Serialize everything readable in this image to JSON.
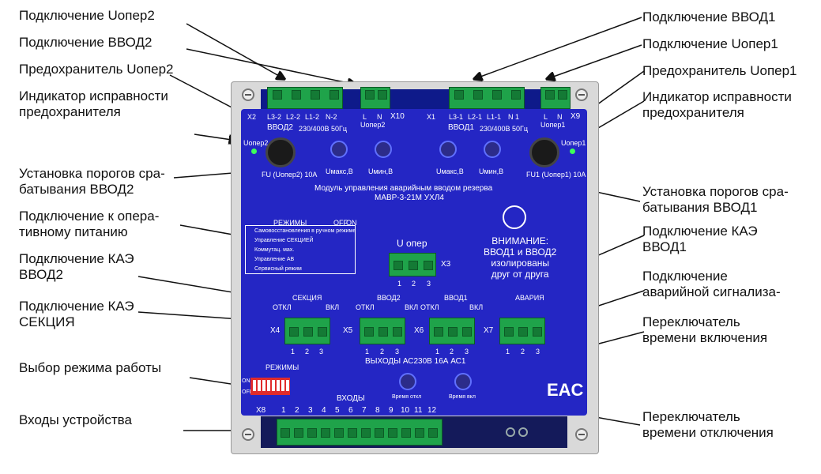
{
  "callouts_left": [
    {
      "id": "uoper2-conn",
      "text": "Подключение Uопер2"
    },
    {
      "id": "vvod2-conn",
      "text": "Подключение ВВОД2"
    },
    {
      "id": "fuse-uoper2",
      "text": "Предохранитель Uопер2"
    },
    {
      "id": "fuse-indicator-left",
      "text": "Индикатор исправности\nпредохранителя"
    },
    {
      "id": "thresholds-vvod2",
      "text": "Установка порогов сра-\nбатывания ВВОД2"
    },
    {
      "id": "oper-power",
      "text": "Подключение к опера-\nтивному питанию"
    },
    {
      "id": "kae-vvod2",
      "text": "Подключение КАЭ\nВВОД2"
    },
    {
      "id": "kae-section",
      "text": "Подключение КАЭ\nСЕКЦИЯ"
    },
    {
      "id": "mode-select",
      "text": "Выбор режима работы"
    },
    {
      "id": "device-inputs",
      "text": "Входы устройства"
    }
  ],
  "callouts_right": [
    {
      "id": "vvod1-conn",
      "text": "Подключение ВВОД1"
    },
    {
      "id": "uoper1-conn",
      "text": "Подключение Uопер1"
    },
    {
      "id": "fuse-uoper1",
      "text": "Предохранитель Uопер1"
    },
    {
      "id": "fuse-indicator-right",
      "text": "Индикатор исправности\nпредохранителя"
    },
    {
      "id": "thresholds-vvod1",
      "text": "Установка порогов сра-\nбатывания ВВОД1"
    },
    {
      "id": "kae-vvod1",
      "text": "Подключение КАЭ\nВВОД1"
    },
    {
      "id": "alarm-conn",
      "text": "Подключение\nаварийной сигнализа-"
    },
    {
      "id": "switch-on-time",
      "text": "Переключатель\nвремени включения"
    },
    {
      "id": "switch-off-time",
      "text": "Переключатель\nвремени отключения"
    }
  ],
  "panel": {
    "x2": "X2",
    "l3_2": "L3-2",
    "l2_2": "L2-2",
    "l1_2": "L1-2",
    "n_2": "N-2",
    "l_a": "L",
    "n_a": "N",
    "uoper2": "Uопер2",
    "x10": "X10",
    "x1": "X1",
    "l3_1": "L3-1",
    "l2_1": "L2-1",
    "l1_1": "L1-1",
    "n_1": "N 1",
    "l_b": "L",
    "n_b": "N",
    "uoper1": "Uопер1",
    "x9": "X9",
    "vvod2": "ВВОД2",
    "vvod2_spec": "230/400В 50Гц",
    "vvod1": "ВВОД1",
    "vvod1_spec": "230/400В 50Гц",
    "led_left": "Uопер2",
    "led_right": "Uопер1",
    "fu_left": "FU (Uопер2) 10А",
    "fu_right": "FU1 (Uопер1) 10А",
    "umax_left": "Uмакс,В",
    "umin_left": "Uмин,В",
    "umax_right": "Uмакс,В",
    "umin_right": "Uмин,В",
    "module_title": "Модуль управления аварийным вводом резерва",
    "model": "МАВР-3-21М УХЛ4",
    "modes_title": "РЕЖИМЫ",
    "off": "OFF",
    "on": "ON",
    "modes": [
      "Самовосстановления в ручном режиме",
      "Управление СЕКЦИЕЙ",
      "Коммутац. мах.",
      "Управление АВ",
      "Сервисный режим"
    ],
    "u_oper": "U опер",
    "x3": "X3",
    "warning": "ВНИМАНИЕ:\nВВОД1 и ВВОД2\nизолированы\nдруг от друга",
    "sekciya": "СЕКЦИЯ",
    "vvod2_small": "ВВОД2",
    "vvod1_small": "ВВОД1",
    "avariya": "АВАРИЯ",
    "otkl": "ОТКЛ",
    "vkl": "ВКЛ",
    "x4": "X4",
    "x5": "X5",
    "x6": "X6",
    "x7": "X7",
    "n1": "1",
    "n2": "2",
    "n3": "3",
    "outputs": "ВЫХОДЫ  АС230В  16А  АС1",
    "rezhimy": "РЕЖИМЫ",
    "on_lbl": "ON",
    "off_lbl": "OFF",
    "vremya_otkl": "Время откл",
    "vremya_vkl": "Время вкл",
    "eac": "EAC",
    "vhody": "ВХОДЫ",
    "x8": "X8",
    "inputs": [
      "1",
      "2",
      "3",
      "4",
      "5",
      "6",
      "7",
      "8",
      "9",
      "10",
      "11",
      "12"
    ]
  },
  "colors": {
    "panel": "#2426c4",
    "connector": "#1fa34a",
    "housing": "#d9d9d9",
    "led": "#3dff5a",
    "dip": "#e02b2b"
  }
}
